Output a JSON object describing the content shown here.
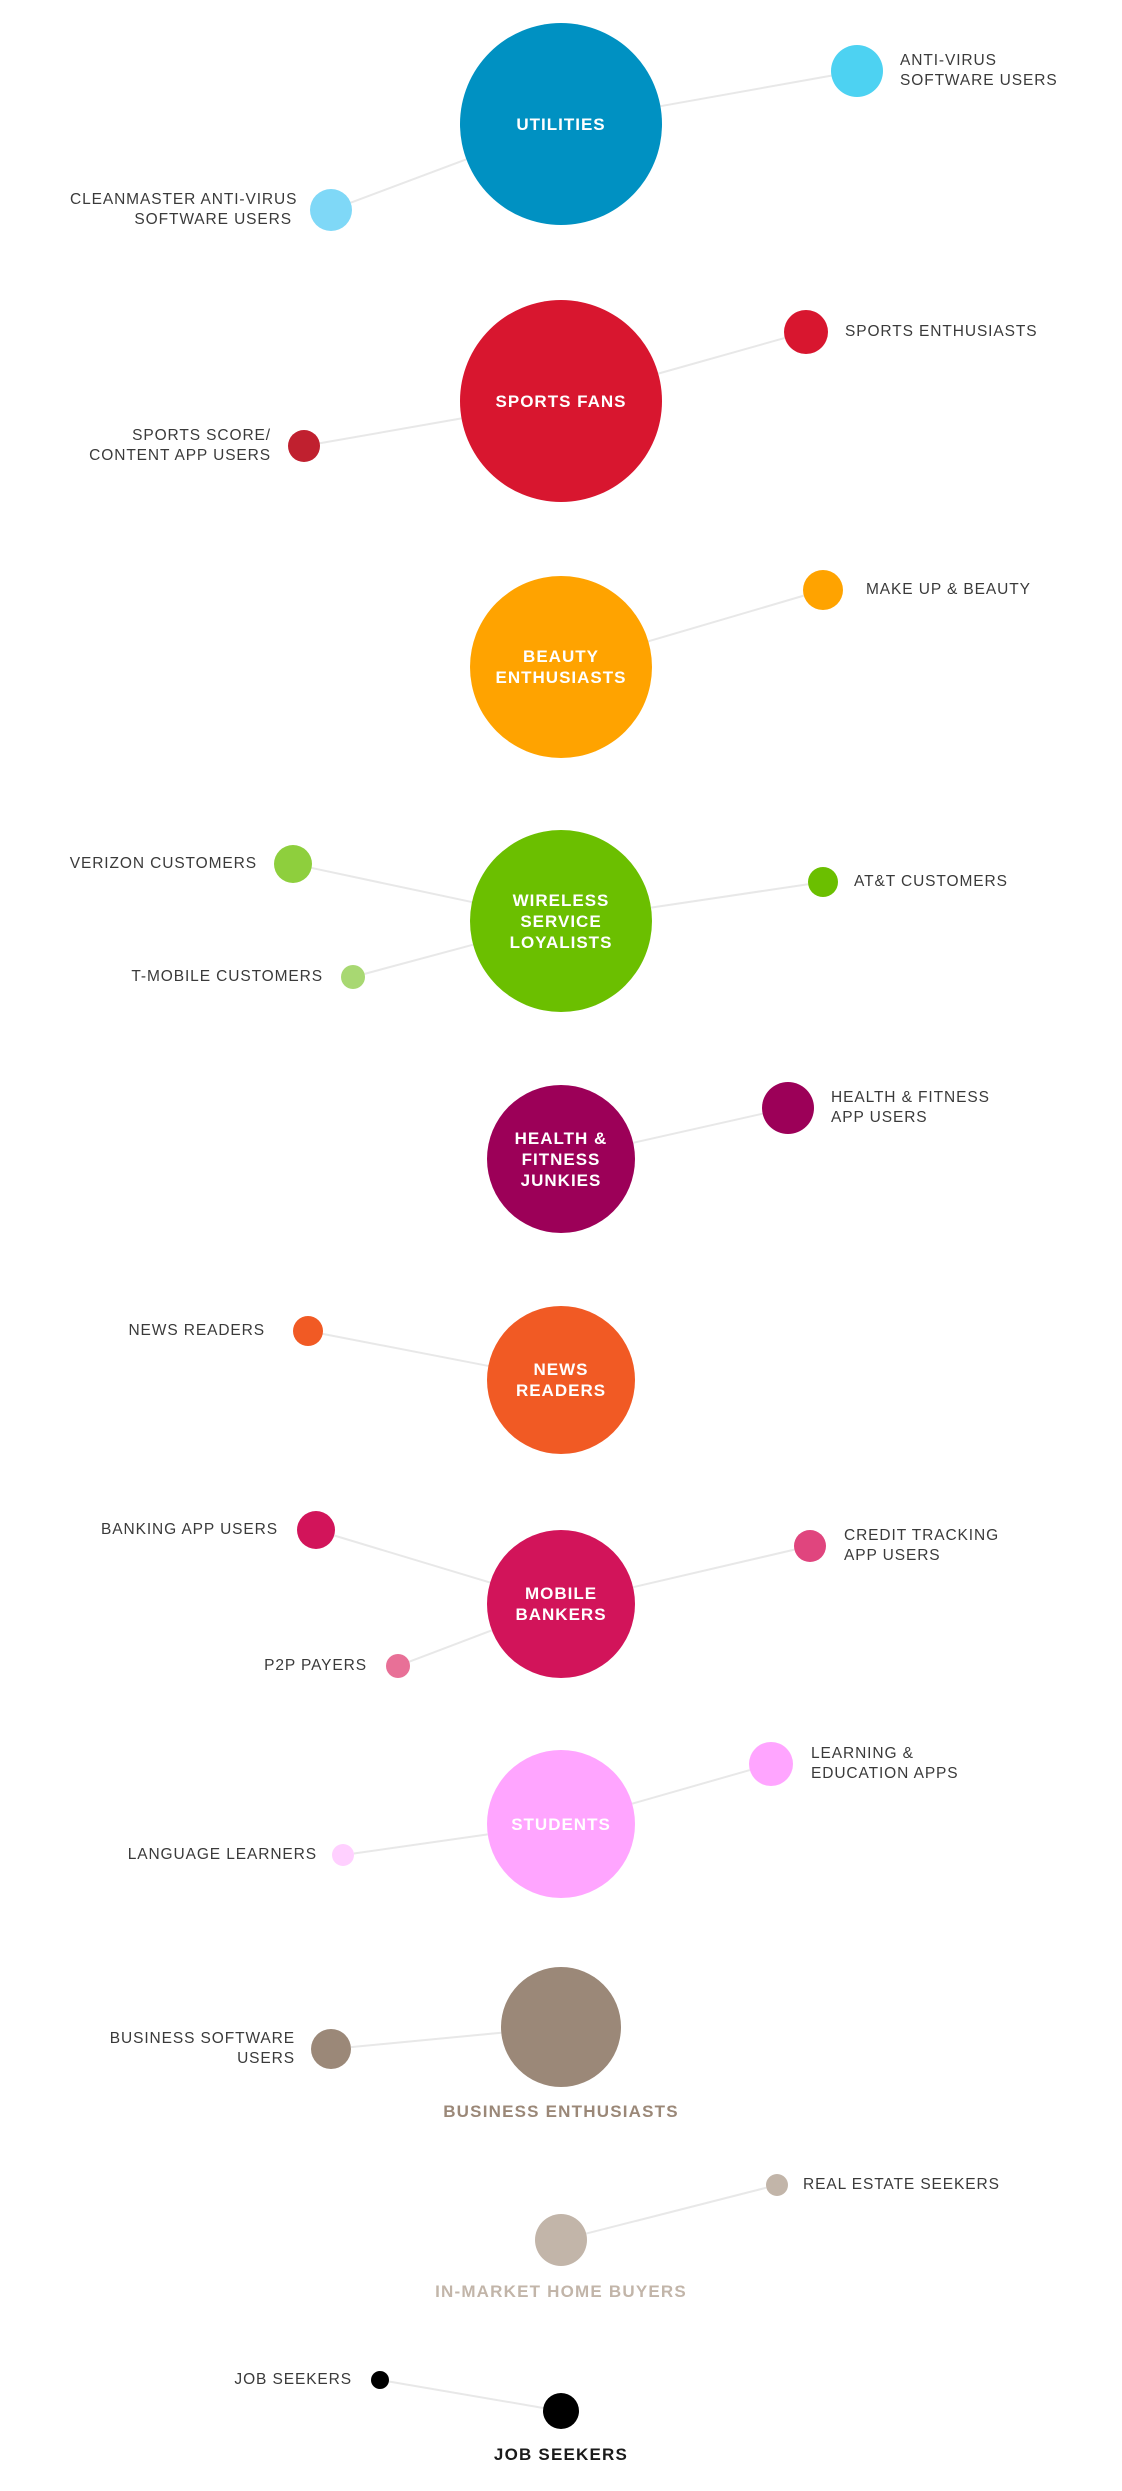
{
  "segments": [
    {
      "hub": {
        "lines": [
          "UTILITIES"
        ],
        "color": "#0091c2"
      },
      "satellites": [
        {
          "lines": [
            "ANTI-VIRUS",
            "SOFTWARE USERS"
          ],
          "color": "#4dd2f2"
        },
        {
          "lines": [
            "CLEANMASTER ANTI-VIRUS",
            "SOFTWARE USERS"
          ],
          "color": "#7fd8f7"
        }
      ]
    },
    {
      "hub": {
        "lines": [
          "SPORTS FANS"
        ],
        "color": "#d8162f"
      },
      "satellites": [
        {
          "lines": [
            "SPORTS ENTHUSIASTS"
          ],
          "color": "#d8162f"
        },
        {
          "lines": [
            "SPORTS SCORE/",
            "CONTENT APP USERS"
          ],
          "color": "#c0202f"
        }
      ]
    },
    {
      "hub": {
        "lines": [
          "BEAUTY",
          "ENTHUSIASTS"
        ],
        "color": "#ffa300"
      },
      "satellites": [
        {
          "lines": [
            "MAKE UP & BEAUTY"
          ],
          "color": "#ffa300"
        }
      ]
    },
    {
      "hub": {
        "lines": [
          "WIRELESS",
          "SERVICE",
          "LOYALISTS"
        ],
        "color": "#6bbf00"
      },
      "satellites": [
        {
          "lines": [
            "VERIZON CUSTOMERS"
          ],
          "color": "#8ecf3d"
        },
        {
          "lines": [
            "AT&T CUSTOMERS"
          ],
          "color": "#6bbf00"
        },
        {
          "lines": [
            "T-MOBILE CUSTOMERS"
          ],
          "color": "#a8d872"
        }
      ]
    },
    {
      "hub": {
        "lines": [
          "HEALTH &",
          "FITNESS",
          "JUNKIES"
        ],
        "color": "#9c0058"
      },
      "satellites": [
        {
          "lines": [
            "HEALTH & FITNESS",
            "APP USERS"
          ],
          "color": "#9c0058"
        }
      ]
    },
    {
      "hub": {
        "lines": [
          "NEWS",
          "READERS"
        ],
        "color": "#f15a24"
      },
      "satellites": [
        {
          "lines": [
            "NEWS READERS"
          ],
          "color": "#f15a24"
        }
      ]
    },
    {
      "hub": {
        "lines": [
          "MOBILE",
          "BANKERS"
        ],
        "color": "#d2145a"
      },
      "satellites": [
        {
          "lines": [
            "BANKING APP USERS"
          ],
          "color": "#d2145a"
        },
        {
          "lines": [
            "CREDIT TRACKING",
            "APP USERS"
          ],
          "color": "#e0457e"
        },
        {
          "lines": [
            "P2P PAYERS"
          ],
          "color": "#e87097"
        }
      ]
    },
    {
      "hub": {
        "lines": [
          "STUDENTS"
        ],
        "color": "#ffa5ff"
      },
      "satellites": [
        {
          "lines": [
            "LEARNING &",
            "EDUCATION APPS"
          ],
          "color": "#ffa5ff"
        },
        {
          "lines": [
            "LANGUAGE LEARNERS"
          ],
          "color": "#ffd0ff"
        }
      ]
    },
    {
      "hub": {
        "lines": [
          "BUSINESS ENTHUSIASTS"
        ],
        "color": "#9b8878"
      },
      "satellites": [
        {
          "lines": [
            "BUSINESS SOFTWARE",
            "USERS"
          ],
          "color": "#9b8878"
        }
      ]
    },
    {
      "hub": {
        "lines": [
          "IN-MARKET HOME BUYERS"
        ],
        "color": "#c2b5a9"
      },
      "satellites": [
        {
          "lines": [
            "REAL ESTATE SEEKERS"
          ],
          "color": "#c2b5a9"
        }
      ]
    },
    {
      "hub": {
        "lines": [
          "JOB SEEKERS"
        ],
        "color": "#000000",
        "text_color": "#1a1a1a"
      },
      "satellites": [
        {
          "lines": [
            "JOB SEEKERS"
          ],
          "color": "#000000"
        }
      ]
    }
  ],
  "colors": {
    "connector": "#e8e8e8",
    "label_text": "#3a3a3a"
  }
}
